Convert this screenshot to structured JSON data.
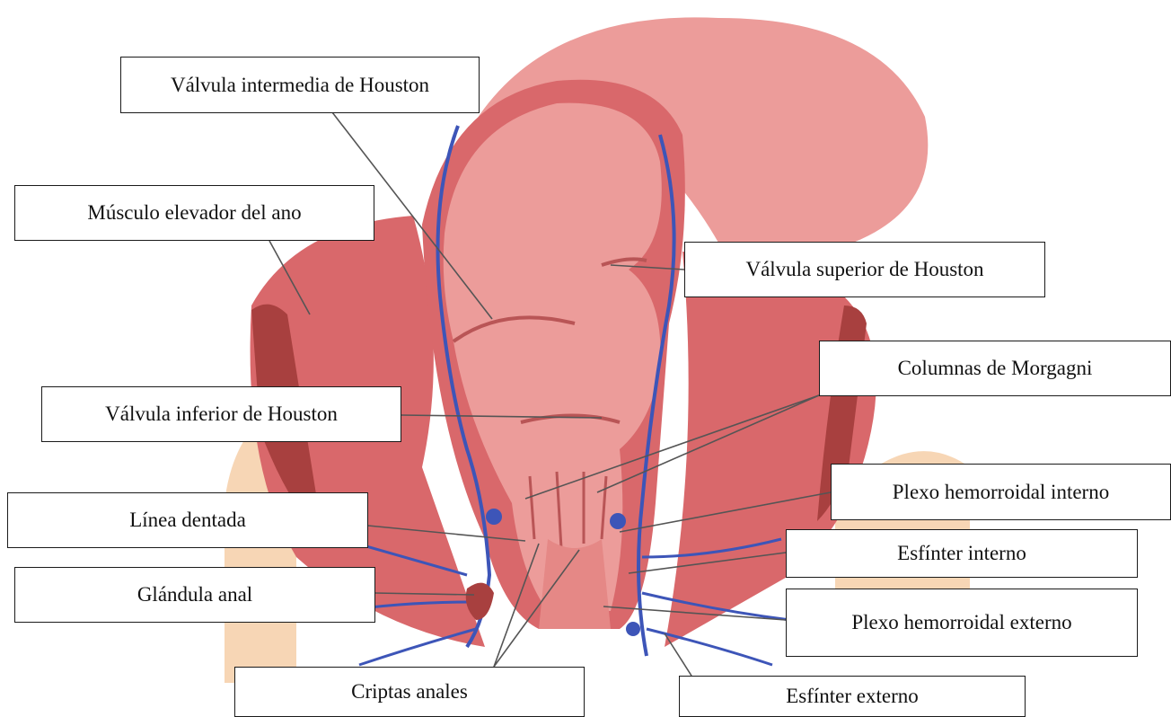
{
  "colors": {
    "muscle": "#d9686b",
    "muscle_light": "#ec9c9a",
    "muscle_dark": "#a8403f",
    "vein": "#3d55b8",
    "fat": "#f6d2ad",
    "leader": "#555555"
  },
  "labels": {
    "valvula_intermedia": "Válvula intermedia de Houston",
    "musculo_elevador": "Músculo elevador del ano",
    "valvula_superior": "Válvula superior de Houston",
    "columnas_morgagni": "Columnas de Morgagni",
    "valvula_inferior": "Válvula inferior de Houston",
    "plexo_interno": "Plexo hemorroidal interno",
    "linea_dentada": "Línea dentada",
    "esfinter_interno": "Esfínter interno",
    "glandula_anal": "Glándula anal",
    "plexo_externo": "Plexo hemorroidal externo",
    "criptas_anales": "Criptas anales",
    "esfinter_externo": "Esfínter externo"
  }
}
